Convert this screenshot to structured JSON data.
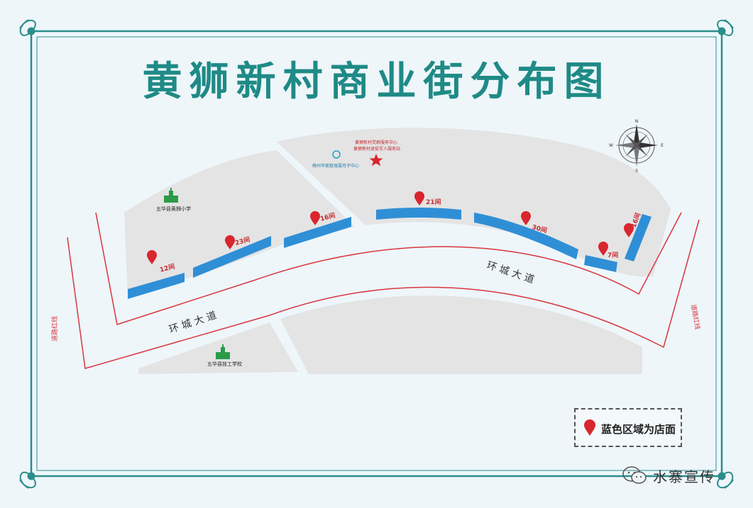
{
  "title": "黄狮新村商业街分布图",
  "roads": {
    "main_left": "环 城 大 道",
    "main_right": "环 城 大 道",
    "red_line_left": "道路红线",
    "red_line_right": "道路红线"
  },
  "places": {
    "school_primary": "五华县黄狮小学",
    "school_technical": "五华县技工学校",
    "service_center_line1": "黄狮新村党群服务中心",
    "service_center_line2": "黄狮新村退役军人服务站",
    "maternal_center": "梅州市家庭母婴月子中心"
  },
  "stores": [
    {
      "label": "12间"
    },
    {
      "label": "23间"
    },
    {
      "label": "16间"
    },
    {
      "label": "21间"
    },
    {
      "label": "30间"
    },
    {
      "label": "7间"
    },
    {
      "label": "16间"
    }
  ],
  "legend": {
    "text": "蓝色区域为店面"
  },
  "compass": {
    "n": "N",
    "s": "S",
    "e": "E",
    "w": "W"
  },
  "watermark": {
    "text": "水寨宣传"
  },
  "colors": {
    "frame": "#2b8e8a",
    "title": "#1f8a86",
    "store": "#2f8fd6",
    "pin": "#d8262e",
    "block": "#e6e6e6",
    "redline": "#d9363e"
  }
}
